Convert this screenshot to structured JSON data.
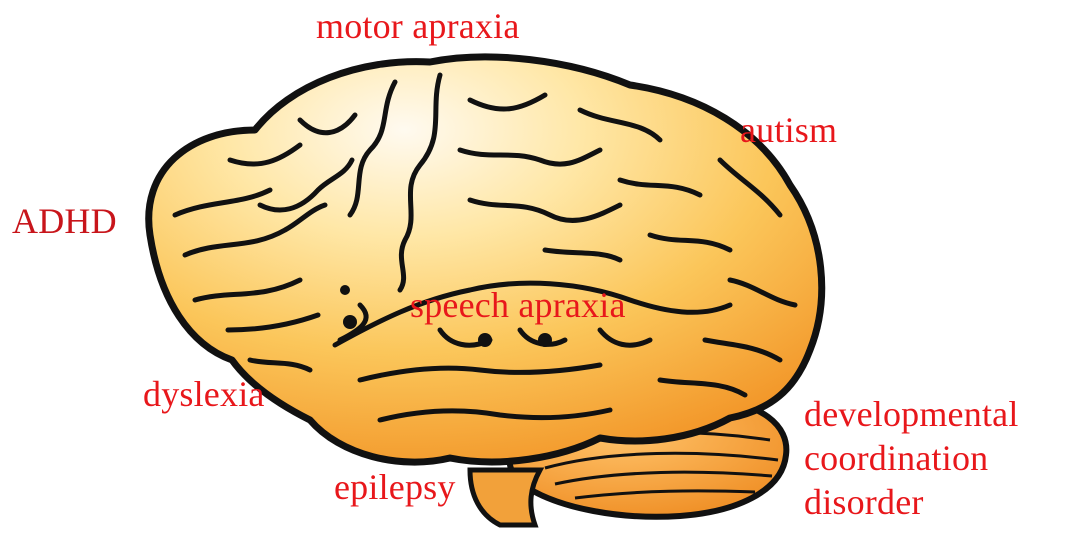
{
  "labels": {
    "motor_apraxia": "motor apraxia",
    "autism": "autism",
    "adhd": "ADHD",
    "speech_apraxia": "speech apraxia",
    "dyslexia": "dyslexia",
    "epilepsy": "epilepsy",
    "dcd_line1": "developmental",
    "dcd_line2": "coordination",
    "dcd_line3": "disorder"
  },
  "colors": {
    "label_text": "#e8171b",
    "brain_light": "#fff6dc",
    "brain_mid": "#fbc65a",
    "brain_dark": "#f08a1c",
    "outline": "#111111"
  },
  "icons": {
    "brain": "brain-illustration"
  }
}
